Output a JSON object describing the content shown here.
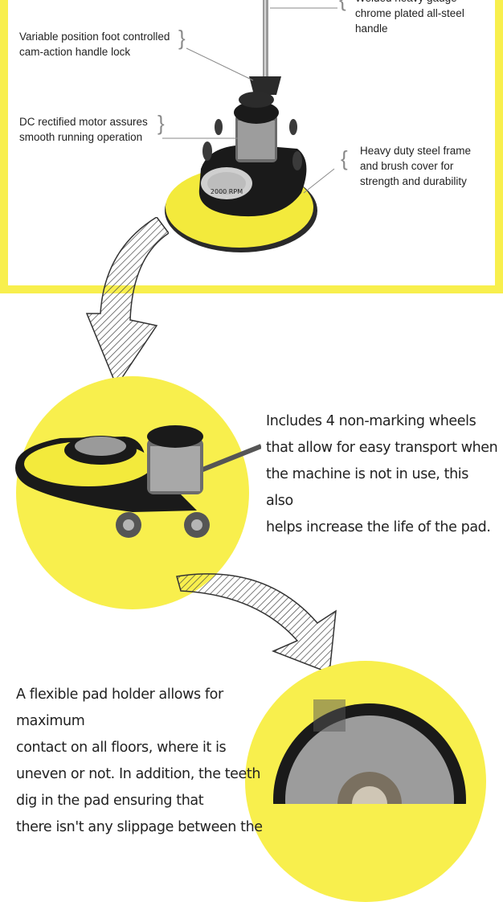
{
  "top_panel": {
    "callouts": {
      "handle": "Welded heavy gauge\nchrome plated all-steel handle",
      "handle_lock": "Variable position foot controlled\ncam-action handle lock",
      "motor": "DC rectified motor assures\nsmooth running operation",
      "frame": "Heavy duty steel frame\nand brush cover for\nstrength and durability"
    },
    "machine_label": "2000 RPM",
    "brace_glyph": "}",
    "brace_glyph_left": "{"
  },
  "wheels_section": {
    "text_lines": [
      "Includes 4 non-marking wheels",
      "that allow for easy transport when",
      "the machine is not in use, this also",
      "helps increase the life of the pad."
    ]
  },
  "pad_section": {
    "text_lines": [
      "A flexible pad holder allows for maximum",
      "contact on all floors, where it is",
      "uneven or not. In addition, the teeth",
      "dig in the pad ensuring that",
      "there isn't any slippage between the"
    ]
  },
  "colors": {
    "accent_yellow": "#f8ef4d",
    "machine_black": "#1a1a1a",
    "pad_yellow": "#f3ea3c"
  }
}
